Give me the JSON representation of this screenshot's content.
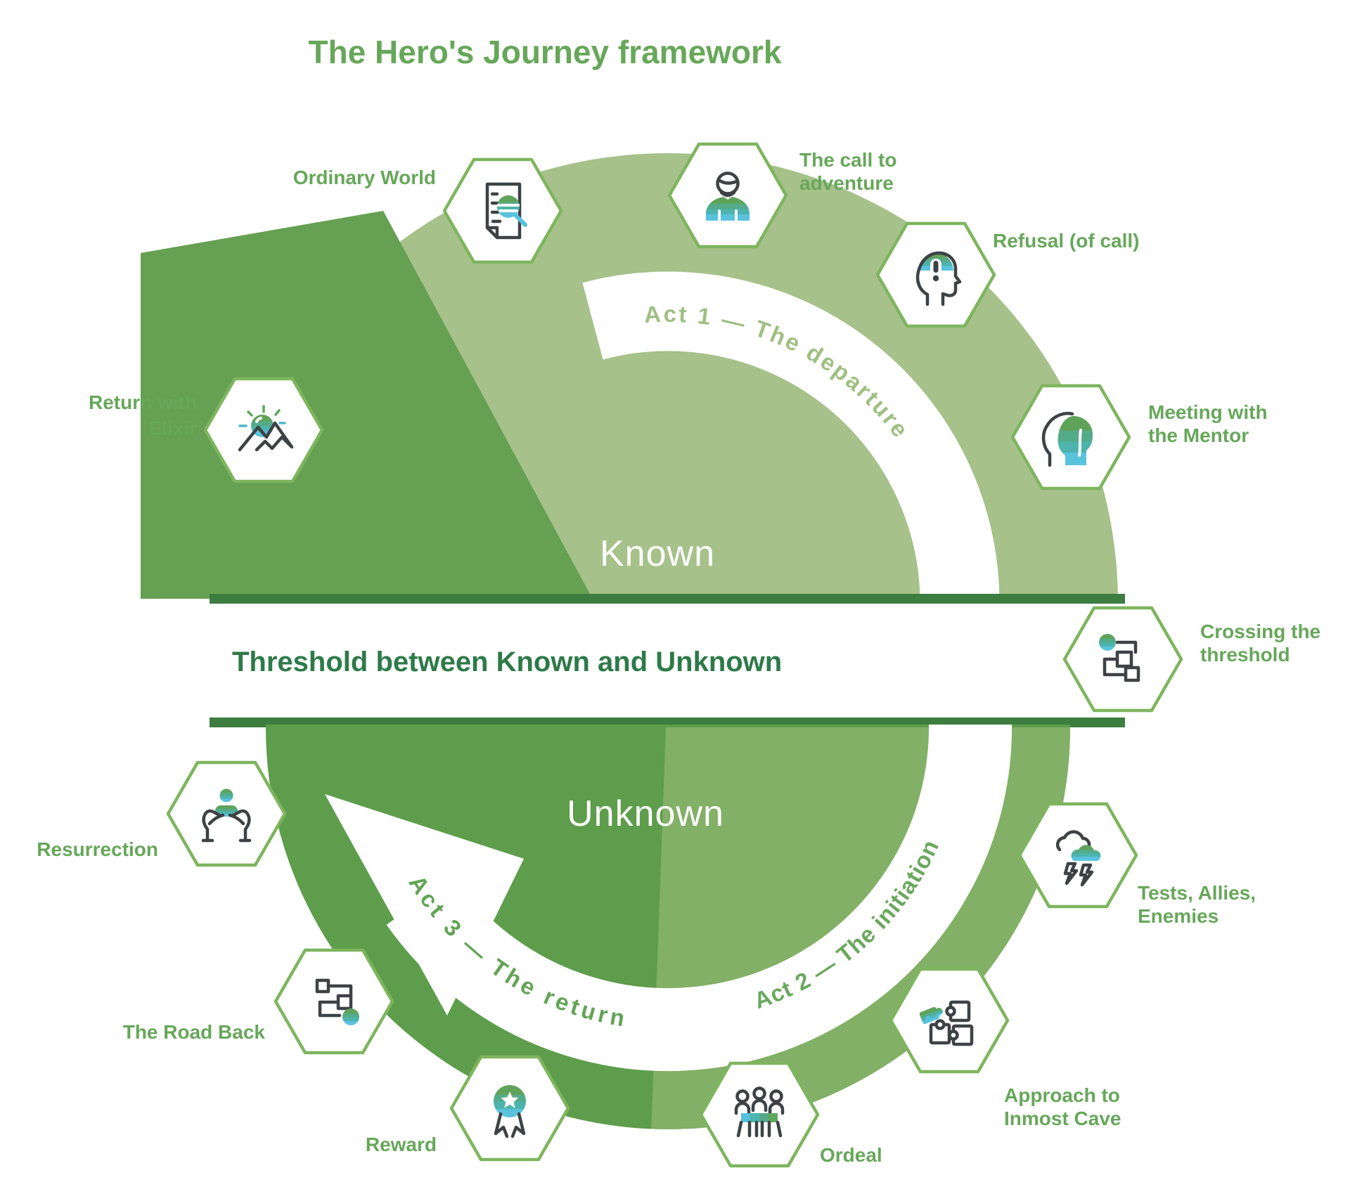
{
  "title": "The Hero's Journey framework",
  "zones": {
    "known": "Known",
    "unknown": "Unknown",
    "threshold": "Threshold between Known and Unknown"
  },
  "acts": {
    "act1": "Act 1 — The departure",
    "act2": "Act 2 — The initiation",
    "act3": "Act 3 — The return"
  },
  "stages": [
    {
      "name": "ordinary-world",
      "icon": "document-search-icon",
      "lines": [
        "Ordinary World"
      ]
    },
    {
      "name": "call-to-adventure",
      "icon": "person-icon",
      "lines": [
        "The call to",
        "adventure"
      ]
    },
    {
      "name": "refusal-of-call",
      "icon": "head-exclamation-icon",
      "lines": [
        "Refusal (of call)"
      ]
    },
    {
      "name": "meeting-with-the-mentor",
      "icon": "two-heads-icon",
      "lines": [
        "Meeting with",
        "the Mentor"
      ]
    },
    {
      "name": "crossing-the-threshold",
      "icon": "flowchart-icon",
      "lines": [
        "Crossing the",
        "threshold"
      ]
    },
    {
      "name": "tests-allies-enemies",
      "icon": "storm-cloud-icon",
      "lines": [
        "Tests, Allies,",
        "Enemies"
      ]
    },
    {
      "name": "approach-to-inmost-cave",
      "icon": "puzzle-icon",
      "lines": [
        "Approach to",
        "Inmost Cave"
      ]
    },
    {
      "name": "ordeal",
      "icon": "meeting-table-icon",
      "lines": [
        "Ordeal"
      ]
    },
    {
      "name": "reward",
      "icon": "medal-star-icon",
      "lines": [
        "Reward"
      ]
    },
    {
      "name": "the-road-back",
      "icon": "flowchart-return-icon",
      "lines": [
        "The Road Back"
      ]
    },
    {
      "name": "resurrection",
      "icon": "hands-person-icon",
      "lines": [
        "Resurrection"
      ]
    },
    {
      "name": "return-with-elixir",
      "icon": "mountain-sunrise-icon",
      "lines": [
        "Return with",
        "Elixir"
      ]
    }
  ],
  "colors": {
    "label_green": "#67a75a",
    "threshold_text_green": "#2e7a49",
    "bar_dark_green": "#3d7d40",
    "top_sage": "#a6c18a",
    "top_wedge_green": "#66a052",
    "bottom_left_green": "#5d9d4b",
    "bottom_right_green": "#82b066",
    "hex_border": "#7eb55e",
    "icon_stroke": "#3e4245",
    "accent_gradient": [
      "#5fa35a",
      "#54ab8a",
      "#4db4ad",
      "#59c3de"
    ]
  }
}
